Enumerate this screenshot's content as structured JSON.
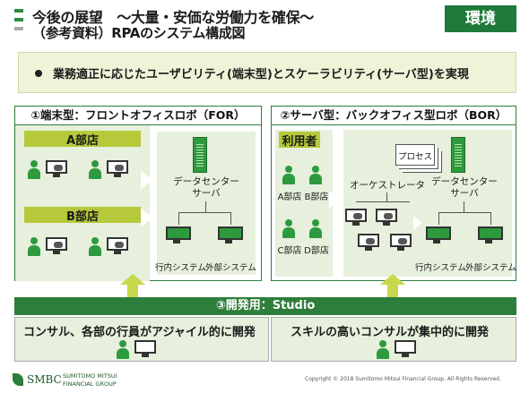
{
  "title_line1": "今後の展望　～大量・安価な労働力を確保～",
  "title_line2": "（参考資料）RPAのシステム構成図",
  "tag": "環境",
  "banner": "業務適正に応じたユーザビリティ(端末型)とスケーラビリティ(サーバ型)を実現",
  "left": {
    "header": "①端末型：フロントオフィスロボ（FOR）",
    "branch_a": "A部店",
    "branch_b": "B部店",
    "server_label": "データセンター\nサーバ",
    "sys1": "行内システム",
    "sys2": "外部システム"
  },
  "right": {
    "header": "②サーバ型：バックオフィス型ロボ（BOR）",
    "users_label": "利用者",
    "users": [
      "A部店",
      "B部店",
      "C部店",
      "D部店"
    ],
    "process": "プロセス",
    "orchestrator": "オーケストレータ",
    "server_label": "データセンター\nサーバ",
    "sys1": "行内システム",
    "sys2": "外部システム"
  },
  "dev": {
    "header": "③開発用：Studio",
    "left_text": "コンサル、各部の行員がアジャイル的に開発",
    "right_text": "スキルの高いコンサルが集中的に開発"
  },
  "footer": {
    "logo": "SMBC",
    "company_line1": "SUMITOMO MITSUI",
    "company_line2": "FINANCIAL GROUP",
    "copyright": "Copyright © 2018 Sumitomo Mitsui Financial Group. All Rights Reserved."
  },
  "colors": {
    "accent": "#2e7d3a",
    "olive": "#b6c93a",
    "light": "#e6f0dc"
  }
}
